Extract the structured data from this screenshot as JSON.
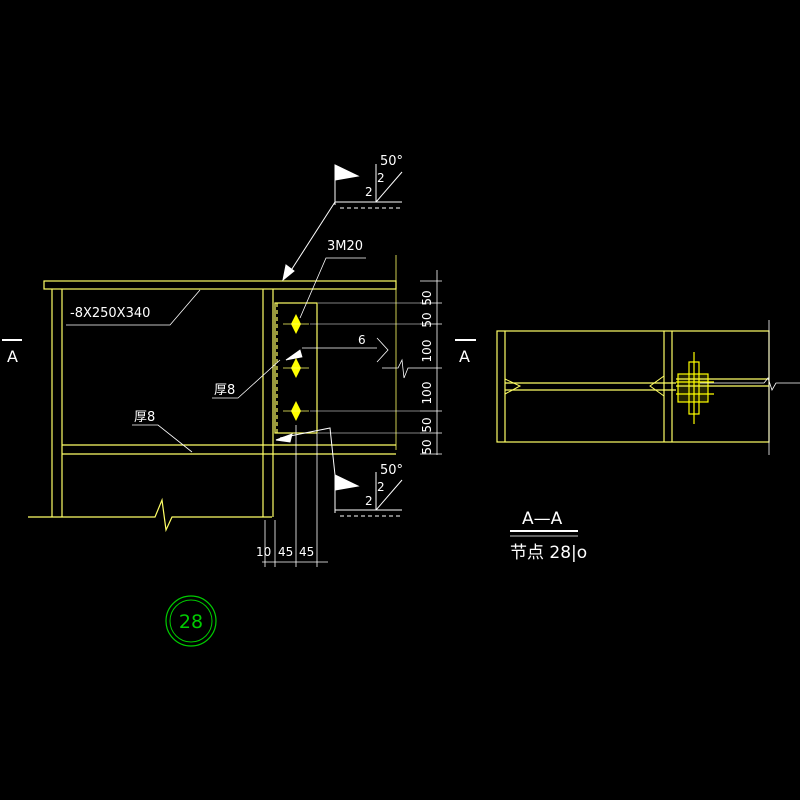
{
  "colors": {
    "background": "#000000",
    "line": "#ffff66",
    "leader": "#ffffff",
    "text": "#ffffff",
    "bolt": "#ffff00",
    "node_circle": "#00cc00"
  },
  "labels": {
    "bolts": "3M20",
    "plate": "-8X250X340",
    "thickness_web": "厚8",
    "thickness_flange": "厚8",
    "weld_angle_top": "50°",
    "weld_size_top": "2",
    "weld_angle_bottom": "50°",
    "weld_size_bottom": "2",
    "fillet_weld": "6",
    "section_mark_left": "A",
    "section_mark_right": "A",
    "section_title": "A—A",
    "node_caption": "节点 28|ο",
    "node_number": "28"
  },
  "dimensions": {
    "vertical": [
      "50",
      "50",
      "100",
      "100",
      "50",
      "50"
    ],
    "horizontal": [
      "10",
      "45",
      "45"
    ]
  },
  "icons": {
    "weld_flag": "weld-flag-icon",
    "bolt": "bolt-icon"
  }
}
